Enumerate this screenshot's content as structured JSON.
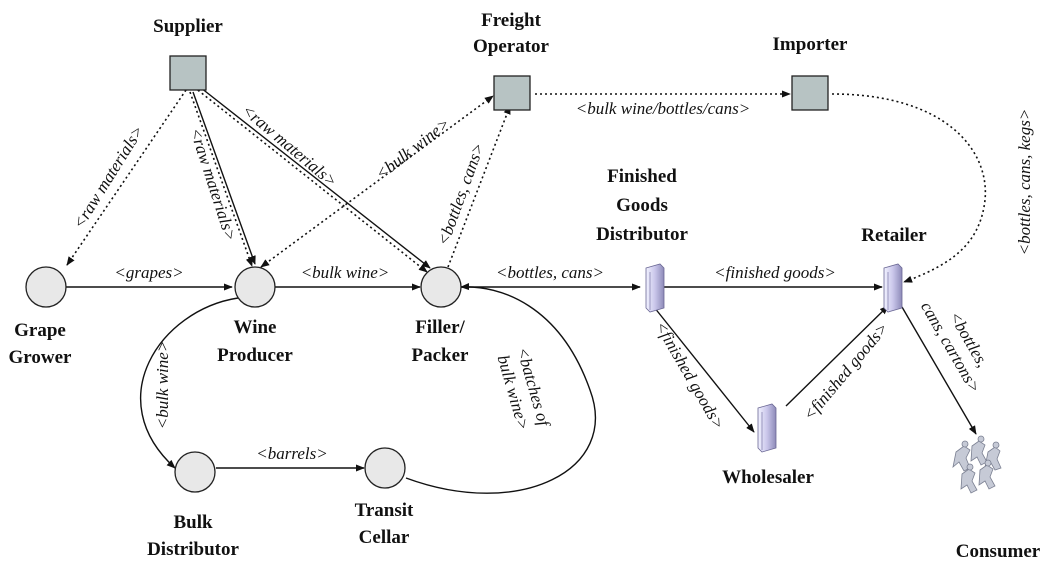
{
  "nodes": {
    "supplier": "Supplier",
    "freight_operator": [
      "Freight",
      "Operator"
    ],
    "importer": "Importer",
    "finished_goods_distributor": [
      "Finished",
      "Goods",
      "Distributor"
    ],
    "retailer": "Retailer",
    "grape_grower": [
      "Grape",
      "Grower"
    ],
    "wine_producer": [
      "Wine",
      "Producer"
    ],
    "filler_packer": [
      "Filler/",
      "Packer"
    ],
    "bulk_distributor": [
      "Bulk",
      "Distributor"
    ],
    "transit_cellar": [
      "Transit",
      "Cellar"
    ],
    "wholesaler": "Wholesaler",
    "consumer": "Consumer"
  },
  "edges": {
    "grapes": "<grapes>",
    "bulk_wine_wp_fp": "<bulk wine>",
    "bottles_cans_fp_fgd": "<bottles, cans>",
    "finished_goods_fgd_ret": "<finished goods>",
    "raw_materials_gg": "<raw materials>",
    "raw_materials_wp": "<raw materials>",
    "raw_materials_fp": "<raw materials>",
    "bulk_wine_fo": "<bulk wine>",
    "bottles_cans_fo": "<bottles, cans>",
    "bulk_wine_bottles_cans": "<bulk wine/bottles/cans>",
    "bottles_cans_kegs": "<bottles, cans, kegs>",
    "bulk_wine_bd": "<bulk wine>",
    "barrels": "<barrels>",
    "batches_line1": "<batches of",
    "batches_line2": "bulk wine>",
    "finished_goods_fgd_ws": "<finished goods>",
    "finished_goods_ws_ret": "<finished goods>",
    "bcc_line1": "<bottles,",
    "bcc_line2": "cans, cartons>"
  }
}
